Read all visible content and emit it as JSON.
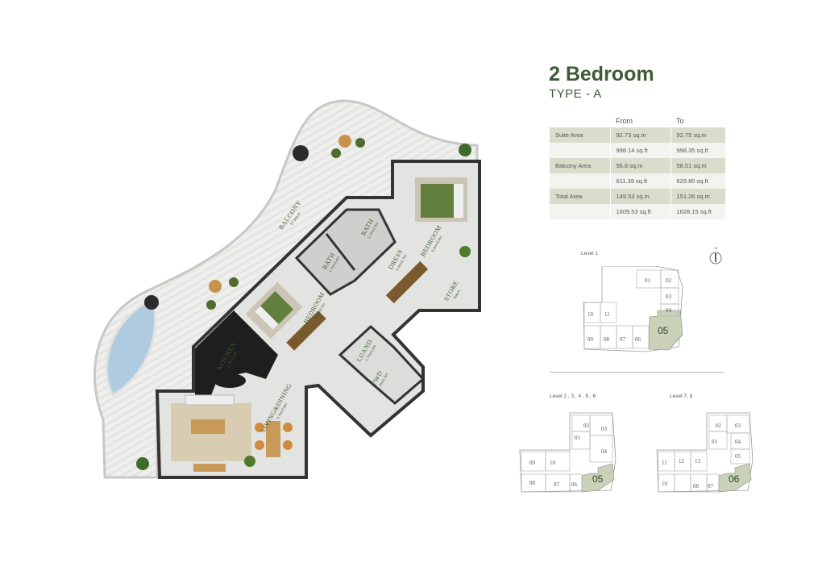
{
  "header": {
    "title": "2 Bedroom",
    "subtitle": "TYPE - A"
  },
  "areas_table": {
    "columns": [
      "",
      "From",
      "To"
    ],
    "rows": [
      {
        "label": "Suite Area",
        "from": "92.73 sq.m",
        "to": "92.75 sq.m"
      },
      {
        "label": "",
        "from": "998.14 sq.ft",
        "to": "998.35 sq.ft"
      },
      {
        "label": "Balcony Area",
        "from": "56.8 sq.m",
        "to": "58.51 sq.m"
      },
      {
        "label": "",
        "from": "611.39 sq.ft",
        "to": "629.80 sq.ft"
      },
      {
        "label": "Total Area",
        "from": "149.53 sq.m",
        "to": "151.26 sq.m"
      },
      {
        "label": "",
        "from": "1609.53 sq.ft",
        "to": "1628.15 sq.ft"
      }
    ]
  },
  "rooms": {
    "balcony": {
      "name": "BALCONY",
      "dim": "57.3sq.m"
    },
    "bath1": {
      "name": "BATH",
      "dim": "1.7mx2.4m"
    },
    "bath2": {
      "name": "BATH",
      "dim": "1.7mx2.4m"
    },
    "dress": {
      "name": "DRESS",
      "dim": "2.4mx1.7m"
    },
    "bedroom1": {
      "name": "BEDROOM",
      "dim": "3.4mx3.9m"
    },
    "store": {
      "name": "STORE",
      "dim": "5sq.m"
    },
    "bedroom2": {
      "name": "BEDROOM",
      "dim": "3.4mx3.4m"
    },
    "kitchen": {
      "name": "KITCHEN",
      "dim": "2.3mx3.3m"
    },
    "living": {
      "name": "LIVING&DINING",
      "dim": "3.4mx3.8m"
    },
    "laundry": {
      "name": "LUAND.",
      "dim": "1.7mx1.3m"
    },
    "pwd": {
      "name": "PWD",
      "dim": "1.7mx1.2m"
    }
  },
  "key_plans": {
    "level1": {
      "label": "Level 1",
      "units": [
        "01",
        "02",
        "03",
        "04",
        "05",
        "06",
        "07",
        "08",
        "09",
        "10",
        "11"
      ],
      "highlight": "05"
    },
    "level2to6": {
      "label": "Level 2 , 3 , 4 , 5 , 6",
      "units": [
        "01",
        "02",
        "03",
        "04",
        "05",
        "06",
        "07",
        "08",
        "09",
        "10"
      ],
      "highlight": "05"
    },
    "level7to8": {
      "label": "Level 7, 8",
      "units": [
        "01",
        "02",
        "03",
        "04",
        "05",
        "06",
        "07",
        "08",
        "10",
        "11",
        "12",
        "13"
      ],
      "highlight": "06"
    }
  },
  "compass": {
    "label": "N"
  },
  "colors": {
    "brand": "#3f5a35",
    "highlight": "#c9d1b8",
    "table_shade": "#d9ddcb",
    "wall": "#3a3a3a"
  }
}
